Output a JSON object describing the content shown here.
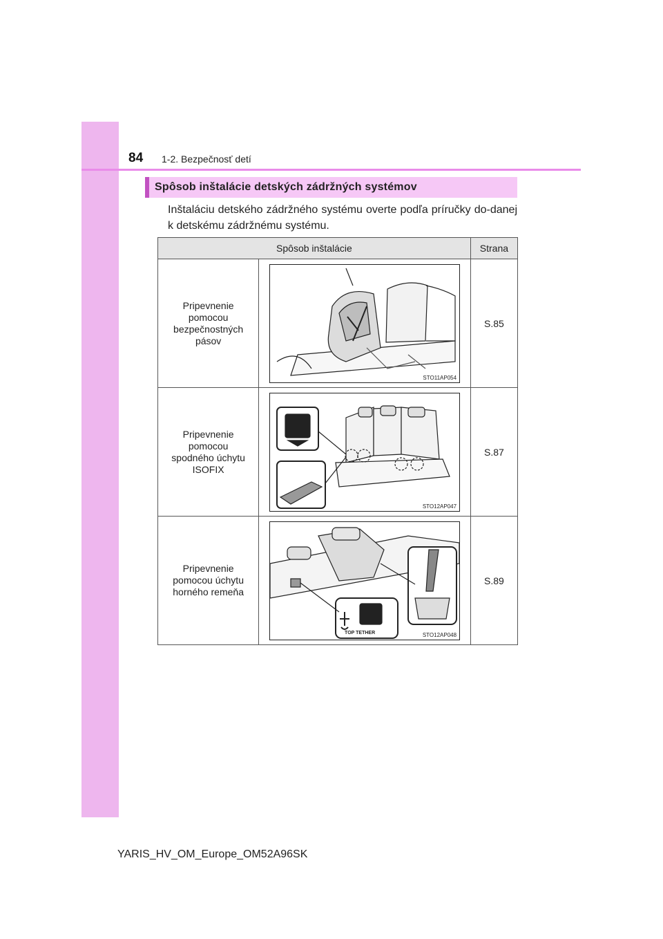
{
  "header": {
    "page_number": "84",
    "chapter": "1-2. Bezpečnosť detí"
  },
  "section": {
    "heading": "Spôsob inštalácie detských zádržných systémov",
    "intro": "Inštaláciu detského zádržného systému overte podľa príručky do-danej k detskému zádržnému systému."
  },
  "table": {
    "headers": [
      "Spôsob inštalácie",
      "Strana"
    ],
    "rows": [
      {
        "method": "Pripevnenie pomocou bezpečnostných pásov",
        "figure_code": "STO11AP054",
        "page": "S.85"
      },
      {
        "method": "Pripevnenie pomocou spodného úchytu ISOFIX",
        "figure_code": "STO12AP047",
        "page": "S.87"
      },
      {
        "method": "Pripevnenie pomocou úchytu horného remeňa",
        "figure_code": "STO12AP048",
        "figure_label": "TOP TETHER",
        "page": "S.89"
      }
    ]
  },
  "footer": {
    "doc_id": "YARIS_HV_OM_Europe_OM52A96SK"
  }
}
